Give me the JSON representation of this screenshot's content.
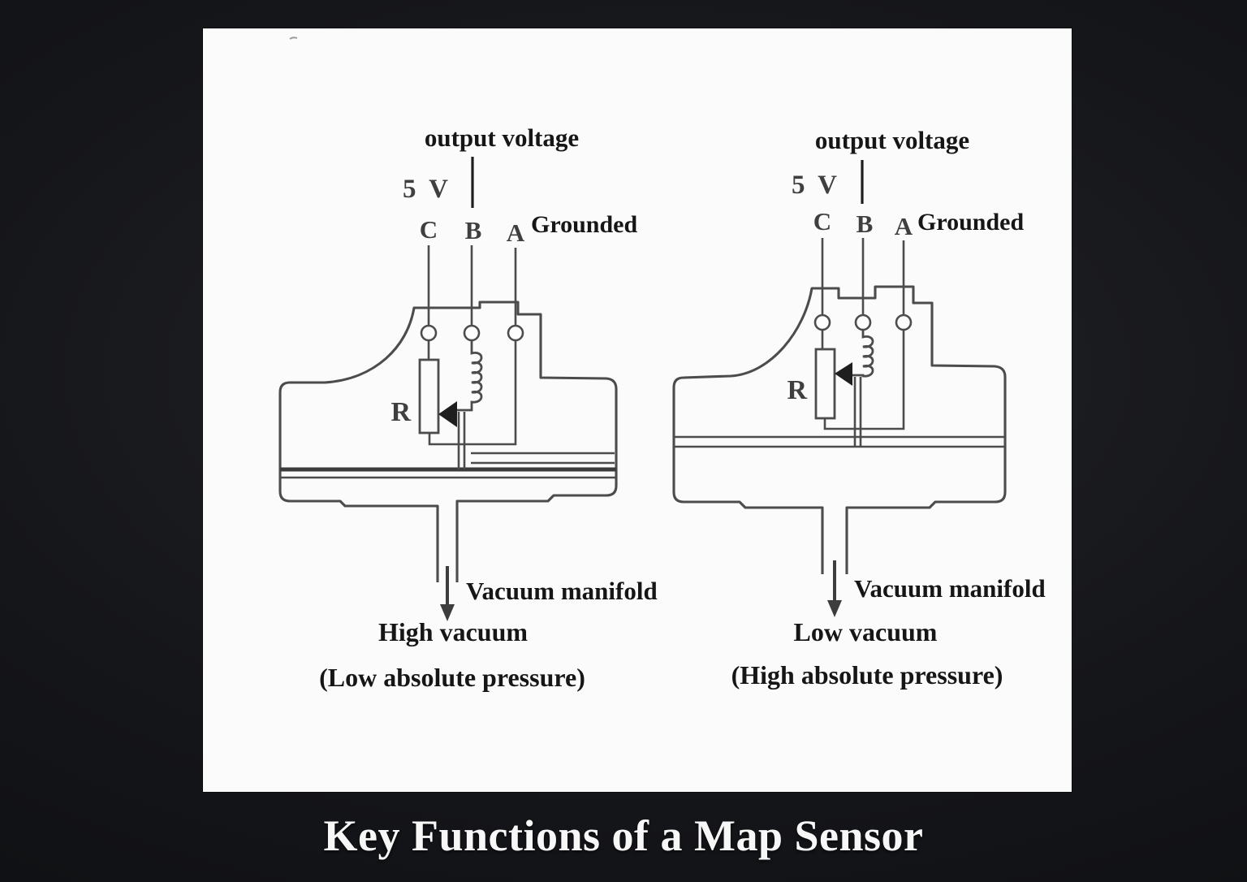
{
  "page": {
    "title": "Key Functions of a Map Sensor"
  },
  "colors": {
    "bg-dark": "#0b0c0e",
    "bg-mid": "#232428",
    "panel": "#fbfbfb",
    "ink": "#4c4c4c",
    "ink-dark": "#161616",
    "ink-gray": "#3f3f3f",
    "diaphragm": "#3b3b3b",
    "title": "#f7f7f7"
  },
  "diagrams": [
    {
      "condition": "high-vacuum-state",
      "output_voltage": "output voltage",
      "supply": "5 V",
      "terminal_c": "C",
      "terminal_b": "B",
      "terminal_a": "A",
      "grounded": "Grounded",
      "resistor": "R",
      "manifold": "Vacuum manifold",
      "vacuum": "High vacuum",
      "pressure": "(Low absolute pressure)"
    },
    {
      "condition": "low-vacuum-state",
      "output_voltage": "output voltage",
      "supply": "5 V",
      "terminal_c": "C",
      "terminal_b": "B",
      "terminal_a": "A",
      "grounded": "Grounded",
      "resistor": "R",
      "manifold": "Vacuum manifold",
      "vacuum": "Low vacuum",
      "pressure": "(High absolute pressure)"
    }
  ]
}
